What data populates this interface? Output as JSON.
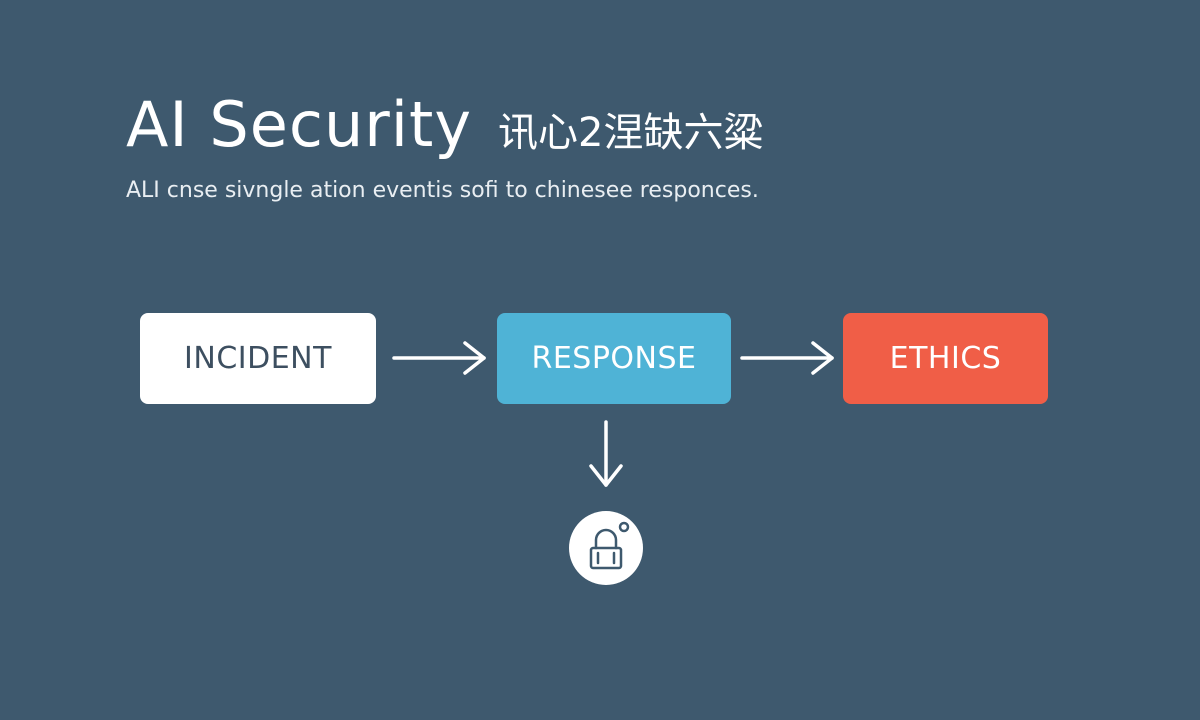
{
  "header": {
    "title": "AI Security",
    "title_cjk": "讯心2涅缺六粱",
    "subtitle": "ALI cnse sivngle ation eventis sofi to chinesee responces."
  },
  "flow": {
    "nodes": [
      {
        "label": "INCIDENT",
        "color": "#ffffff",
        "text_color": "#3d4f60"
      },
      {
        "label": "RESPONSE",
        "color": "#4fb3d6",
        "text_color": "#ffffff"
      },
      {
        "label": "ETHICS",
        "color": "#f05e47",
        "text_color": "#ffffff"
      }
    ],
    "end_icon": "lock-icon"
  },
  "colors": {
    "background": "#3e596e",
    "arrow": "#ffffff"
  }
}
